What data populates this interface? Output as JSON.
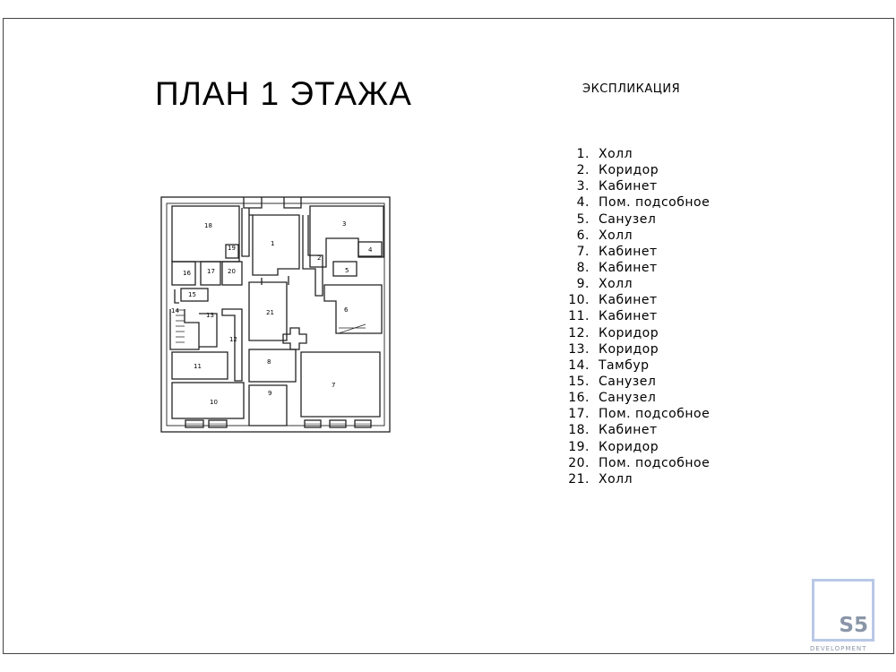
{
  "title": "ПЛАН 1 ЭТАЖА",
  "explication_title": "ЭКСПЛИКАЦИЯ",
  "explication": [
    {
      "num": "1.",
      "name": "Холл"
    },
    {
      "num": "2.",
      "name": "Коридор"
    },
    {
      "num": "3.",
      "name": "Кабинет"
    },
    {
      "num": "4.",
      "name": "Пом.  подсобное"
    },
    {
      "num": "5.",
      "name": "Санузел"
    },
    {
      "num": "6.",
      "name": "Холл"
    },
    {
      "num": "7.",
      "name": "Кабинет"
    },
    {
      "num": "8.",
      "name": "Кабинет"
    },
    {
      "num": "9.",
      "name": "Холл"
    },
    {
      "num": "10.",
      "name": "Кабинет"
    },
    {
      "num": "11.",
      "name": "Кабинет"
    },
    {
      "num": "12.",
      "name": "Коридор"
    },
    {
      "num": "13.",
      "name": "Коридор"
    },
    {
      "num": "14.",
      "name": "Тамбур"
    },
    {
      "num": "15.",
      "name": "Санузел"
    },
    {
      "num": "16.",
      "name": "Санузел"
    },
    {
      "num": "17.",
      "name": "Пом. подсобное"
    },
    {
      "num": "18.",
      "name": "Кабинет"
    },
    {
      "num": "19.",
      "name": "Коридор"
    },
    {
      "num": "20.",
      "name": "Пом. подсобное"
    },
    {
      "num": "21.",
      "name": "Холл"
    }
  ],
  "room_labels": [
    "1",
    "2",
    "3",
    "4",
    "5",
    "6",
    "7",
    "8",
    "9",
    "10",
    "11",
    "12",
    "13",
    "14",
    "15",
    "16",
    "17",
    "18",
    "19",
    "20",
    "21"
  ],
  "logo": {
    "mark": "S5",
    "caption": "DEVELOPMENT"
  },
  "colors": {
    "line": "#222222",
    "logo": "#b9c8e6"
  }
}
